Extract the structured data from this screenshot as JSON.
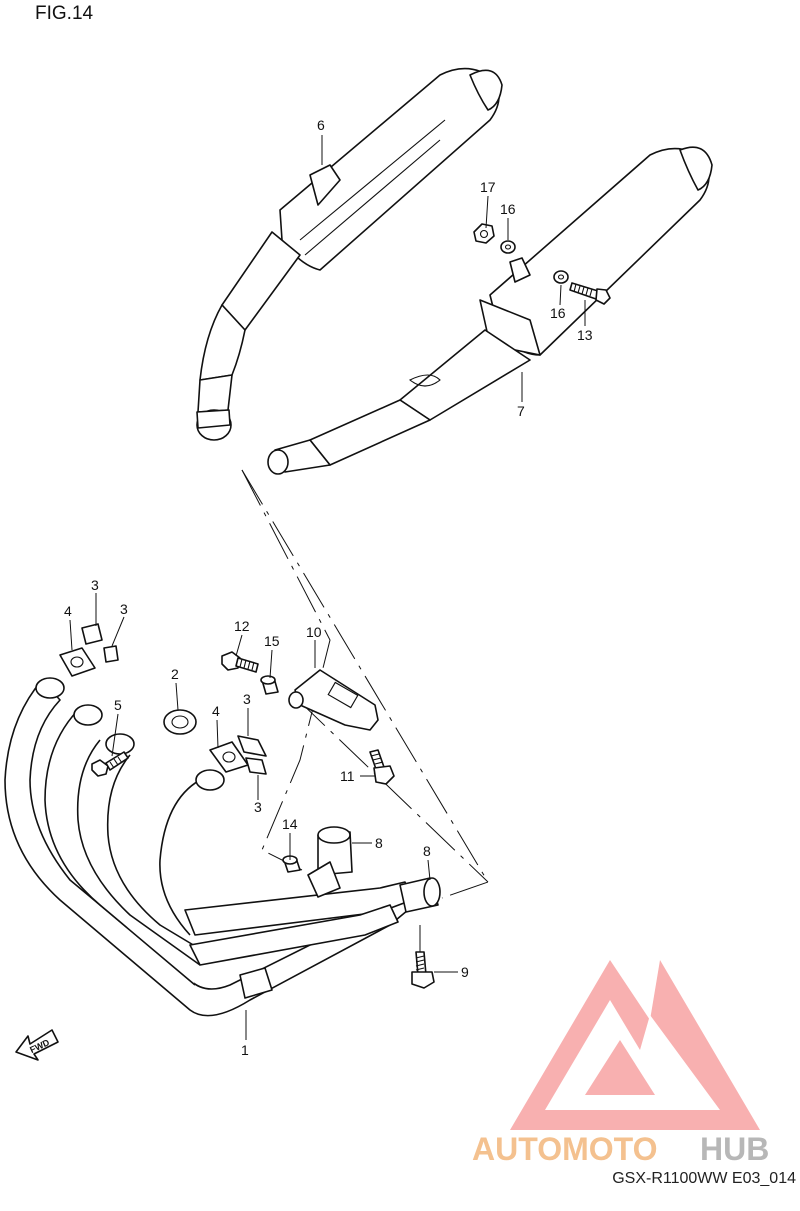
{
  "figure": {
    "title": "FIG.14",
    "model_code": "GSX-R1100WW  E03_014"
  },
  "callouts": {
    "p1": "1",
    "p2": "2",
    "p3a": "3",
    "p3b": "3",
    "p3c": "3",
    "p3d": "3",
    "p4a": "4",
    "p4b": "4",
    "p5": "5",
    "p6": "6",
    "p7": "7",
    "p8a": "8",
    "p8b": "8",
    "p9": "9",
    "p10": "10",
    "p11": "11",
    "p12": "12",
    "p13": "13",
    "p14": "14",
    "p15": "15",
    "p16a": "16",
    "p16b": "16",
    "p17": "17"
  },
  "fwd_label": "FWD",
  "watermark": {
    "part1": "AUTOMOTO",
    "part2": "HUB",
    "color_primary": "#f7a3a3",
    "color_secondary": "#f4c18f",
    "color_hub": "#b7b7b7"
  }
}
